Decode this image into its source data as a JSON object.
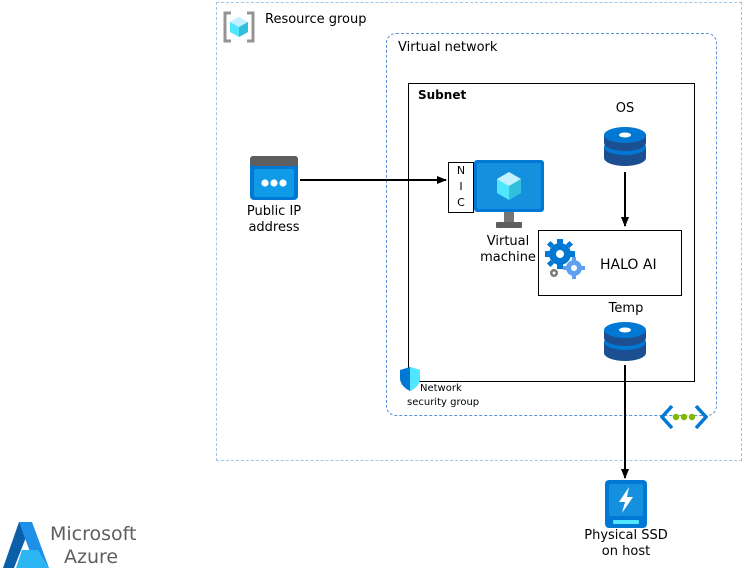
{
  "resource_group": {
    "label": "Resource group"
  },
  "virtual_network": {
    "label": "Virtual network"
  },
  "subnet": {
    "label": "Subnet"
  },
  "public_ip": {
    "line1": "Public IP",
    "line2": "address"
  },
  "nic": {
    "letters": [
      "N",
      "I",
      "C"
    ]
  },
  "virtual_machine": {
    "line1": "Virtual",
    "line2": "machine"
  },
  "os_disk": {
    "label": "OS"
  },
  "app": {
    "label": "HALO AI"
  },
  "temp_disk": {
    "label": "Temp"
  },
  "nsg": {
    "line1": "Network",
    "line2": "security group"
  },
  "ssd": {
    "line1": "Physical SSD",
    "line2": "on host"
  },
  "brand": {
    "line1": "Microsoft",
    "line2": "Azure"
  },
  "colors": {
    "azure_blue": "#0078d4",
    "light_blue": "#50e6ff",
    "dark_blue": "#1b4f91",
    "dash_light": "#9cc7ea",
    "dash_vnet": "#5b8fd6"
  },
  "icons": [
    "resource-group-icon",
    "public-ip-icon",
    "virtual-machine-icon",
    "disk-icon",
    "gears-icon",
    "shield-icon",
    "vnet-peering-icon",
    "ssd-icon",
    "azure-logo-icon"
  ]
}
